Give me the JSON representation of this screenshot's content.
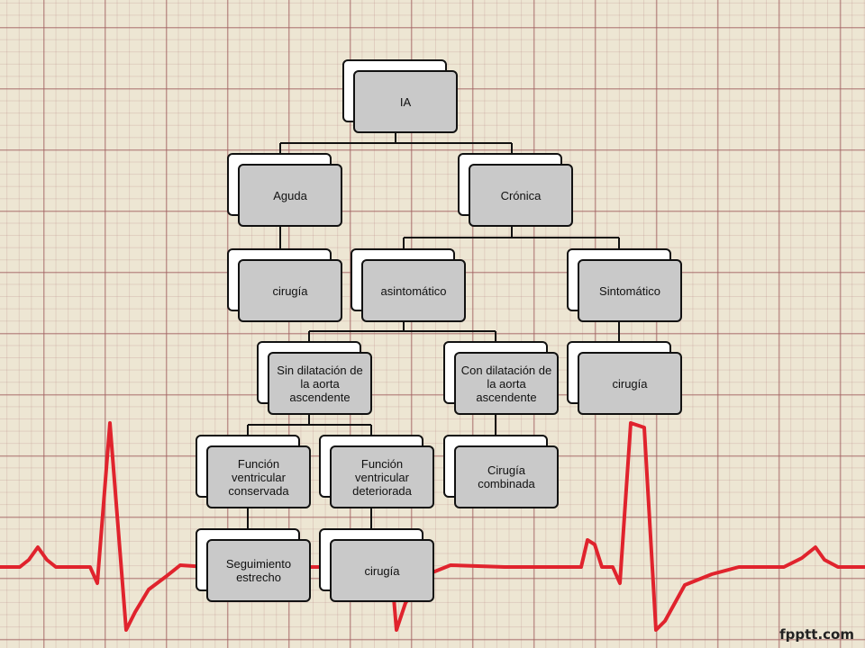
{
  "diagram": {
    "nodes": {
      "ia": "IA",
      "aguda": "Aguda",
      "cronica": "Crónica",
      "aguda_cirugia": "cirugía",
      "asintomatico": "asintomático",
      "sintomatico": "Sintomático",
      "sin_dilatacion": "Sin dilatación de la aorta ascendente",
      "con_dilatacion": "Con dilatación de la aorta ascendente",
      "sintomatico_cirugia": "cirugía",
      "funcion_conservada": "Función ventricular conservada",
      "funcion_deteriorada": "Función ventricular deteriorada",
      "cirugia_combinada": "Cirugía combinada",
      "seguimiento": "Seguimiento estrecho",
      "deteriorada_cirugia": "cirugía"
    },
    "edges": [
      [
        "ia",
        "aguda"
      ],
      [
        "ia",
        "cronica"
      ],
      [
        "aguda",
        "aguda_cirugia"
      ],
      [
        "cronica",
        "asintomatico"
      ],
      [
        "cronica",
        "sintomatico"
      ],
      [
        "asintomatico",
        "sin_dilatacion"
      ],
      [
        "asintomatico",
        "con_dilatacion"
      ],
      [
        "sintomatico",
        "sintomatico_cirugia"
      ],
      [
        "sin_dilatacion",
        "funcion_conservada"
      ],
      [
        "sin_dilatacion",
        "funcion_deteriorada"
      ],
      [
        "con_dilatacion",
        "cirugia_combinada"
      ],
      [
        "funcion_conservada",
        "seguimiento"
      ],
      [
        "funcion_deteriorada",
        "deteriorada_cirugia"
      ]
    ]
  },
  "background": {
    "paper_color": "#ede6d3",
    "grid_color": "#a05f5f",
    "ecg_color": "#e0232d"
  },
  "footer": {
    "logo": "fpptt.com"
  }
}
